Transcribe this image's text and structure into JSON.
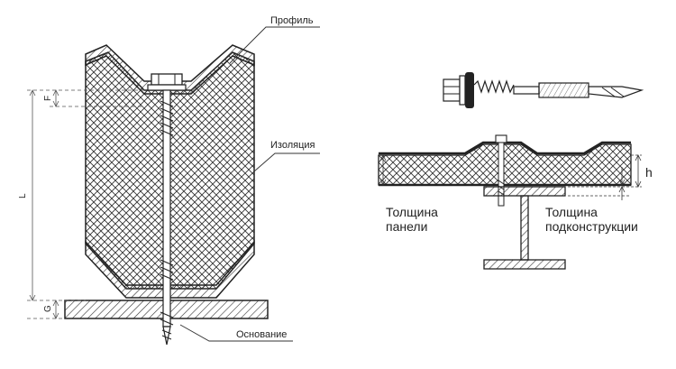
{
  "left_diagram": {
    "labels": {
      "profile": "Профиль",
      "insulation": "Изоляция",
      "base": "Основание"
    },
    "dimensions": {
      "L": "L",
      "F": "F",
      "G": "G"
    }
  },
  "right_diagram": {
    "labels": {
      "panel_thickness_line1": "Толщина",
      "panel_thickness_line2": "панели",
      "sub_thickness_line1": "Толщина",
      "sub_thickness_line2": "подконструкции",
      "h": "h"
    }
  },
  "colors": {
    "line": "#222222",
    "hatch": "#333333",
    "background": "#ffffff"
  }
}
